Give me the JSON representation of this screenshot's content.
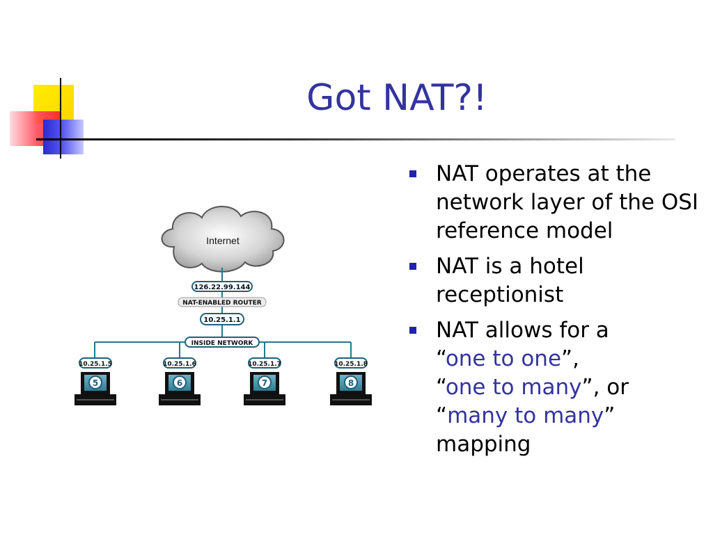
{
  "title": "Got NAT?!",
  "bullets": [
    {
      "text": "NAT operates at the network layer of the OSI reference model"
    },
    {
      "text": "NAT is a hotel receptionist"
    },
    {
      "prefix": "NAT allows for a",
      "q1_open": "“",
      "h1": "one to one",
      "q1_close": "”,",
      "q2_open": "“",
      "h2": "one to many",
      "q2_close": "”, or",
      "q3_open": "“",
      "h3": "many to many",
      "q3_close": "”",
      "suffix": "mapping"
    }
  ],
  "diagram": {
    "cloud_label": "Internet",
    "public_ip": "126.22.99.144",
    "router_label": "NAT-ENABLED ROUTER",
    "router_ip": "10.25.1.1",
    "network_label": "INSIDE NETWORK",
    "hosts": [
      {
        "ip": "10.25.1.5",
        "num": "5"
      },
      {
        "ip": "10.25.1.6",
        "num": "6"
      },
      {
        "ip": "10.25.1.7",
        "num": "7"
      },
      {
        "ip": "10.25.1.8",
        "num": "8"
      }
    ]
  },
  "colors": {
    "title": "#3333a0",
    "bullet": "#2222aa",
    "link": "#3333a0",
    "line": "#1f7a8c"
  }
}
